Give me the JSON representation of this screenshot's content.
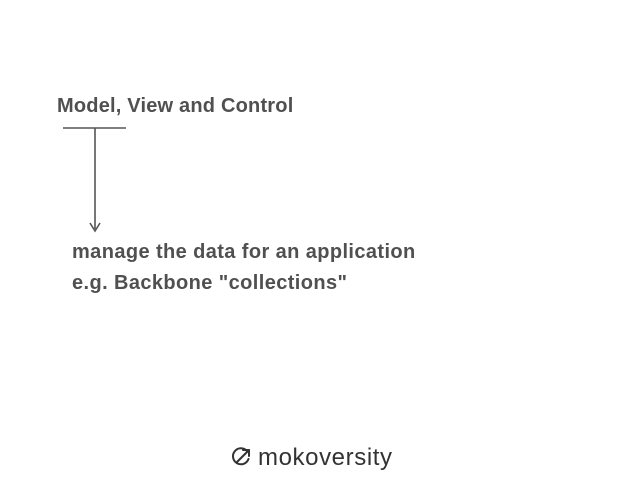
{
  "slide": {
    "title": "Model, View and Control",
    "description": {
      "line1": "manage the data for an application",
      "line2": "e.g. Backbone \"collections\""
    }
  },
  "footer": {
    "brand_name": "mokoversity",
    "brand_icon": "rocket-arrow-icon"
  },
  "colors": {
    "text": "#505050",
    "line": "#555555",
    "brand": "#333333",
    "background": "#ffffff"
  }
}
